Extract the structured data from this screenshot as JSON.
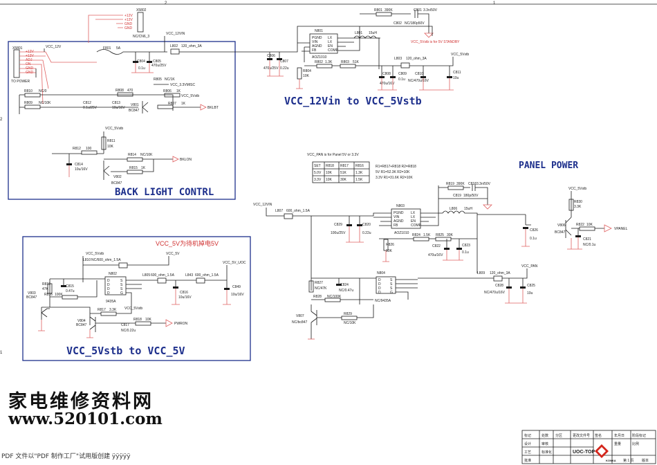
{
  "frame_marks": {
    "top_2": "2",
    "top_1": "1",
    "left_2": "2",
    "left_1": "1"
  },
  "sections": {
    "back_light": "BACK LIGHT CONTRL",
    "vcc12_to_5": "VCC_12Vin to VCC_5Vstb",
    "panel_power": "PANEL POWER",
    "stb_to_5v": "VCC_5Vstb to VCC_5V"
  },
  "notes": {
    "standby": "VCC_5Vstb is for  5V STANDBY",
    "vcc5v_cn": "VCC_5V为待机掉电5V",
    "to_power": "TO POWER",
    "vcc_pan_note": "VCC_PAN is for Panel 5V or 3.3V"
  },
  "connectors": {
    "x5802": {
      "ref": "X5802",
      "value": "NC/CN6_3",
      "pins": [
        "+12V",
        "+12V",
        "GND",
        "GND"
      ]
    },
    "x5801": {
      "ref": "X5801",
      "pins": [
        "+12V",
        "+12V",
        "ADJ",
        "ON",
        "GND",
        "GND"
      ]
    }
  },
  "nets": {
    "vcc_12v": "VCC_12V",
    "vcc_12vin": "VCC_12VIN",
    "vcc_3v3misc": "VCC_3.3VMISC",
    "vcc_5vstb": "VCC_5Vstb",
    "vcc_5v": "VCC_5V",
    "vcc_5v_uoc": "VCC_5V_UOC",
    "vcc_pan": "VCC_PAN",
    "bklbt": "BKLBT",
    "bklon": "BKLON",
    "pwron": "PWRON",
    "vpanel": "VPANEL"
  },
  "components": {
    "f801": "F801",
    "f801v": "5A",
    "l802": "L802",
    "l802v": "120_ohm_3A",
    "c804": "C804",
    "c804v": "0.1u",
    "c805": "C805",
    "c805v": "470u/25V",
    "r810": "R810",
    "r810v": "NC/0",
    "r809": "R809",
    "r809v": "NC/10K",
    "r808": "R808",
    "r808v": "470",
    "r805": "R805",
    "r805v": "NC/1K",
    "r806": "R806",
    "r806v": "1K",
    "r807": "R807",
    "r807v": "1K",
    "c812": "C812",
    "c812v": "0.1u/25V",
    "c813": "C813",
    "c813v": "10u/16V",
    "v801": "V801",
    "v801v": "BC847",
    "r811": "R811",
    "r811v": "10K",
    "r812": "R812",
    "r812v": "100",
    "c814": "C814",
    "c814v": "10u/16V",
    "r814": "R814",
    "r814v": "NC/10K",
    "r815": "R815",
    "r815v": "1K",
    "v802": "V802",
    "v802v": "BC847",
    "n801": "N801",
    "n801v": "AOZ1010",
    "n801_pins": [
      "PGND",
      "VIN",
      "AGND",
      "FB",
      "LX",
      "LX",
      "EN",
      "COMP"
    ],
    "r801": "R801",
    "r801v": "390K",
    "c801": "C801",
    "c801v": "3.3n/50V",
    "c802": "C802",
    "c802v": "NC/180p50V",
    "l801": "L801",
    "l801v": "15uH",
    "c806": "C806",
    "c806v": "470u/25V",
    "c807": "C807",
    "c807v": "0.22u",
    "r802": "R802",
    "r802v": "1.3K",
    "r803": "R803",
    "r803v": "51K",
    "r804": "R804",
    "r804v": "10K",
    "c808": "C808",
    "c808v": "470u/16V",
    "c809": "C809",
    "c809v": "0.1u",
    "l803": "L803",
    "l803v": "120_ohm_3A",
    "c810": "C810",
    "c810v": "NC/470u/16V",
    "c811": "C811",
    "c811v": "10u",
    "n802": "N802",
    "n802v": "9435A",
    "l810": "L810",
    "l810v": "NC/600_ohm_1.5A",
    "l805": "L805",
    "l805v": "600_ohm_1.5A",
    "l843": "L843",
    "l843v": "600_ohm_1.5A",
    "r813": "R813",
    "r813v": "47K",
    "c815": "C815",
    "c815v": "0.47u",
    "r816": "R816",
    "r816v": "100K",
    "c816": "C816",
    "c816v": "10u/16V",
    "c849": "C849",
    "c849v": "10u/16V",
    "v803": "V803",
    "v803v": "BC847",
    "v804": "V804",
    "v804v": "BC847",
    "r817": "R817",
    "r817v": "3.3K",
    "c817": "C817",
    "c817v": "NC/0.22u",
    "r818": "R818",
    "r818v": "10K",
    "l807": "L807",
    "l807v": "600_ohm_1.5A",
    "c829": "C829",
    "c829v": "100u/25V",
    "c820": "C820",
    "c820v": "0.22u",
    "n803": "N803",
    "n803v": "AOZ1010",
    "r819": "R819",
    "r819v": "390K",
    "c818": "C818",
    "c818v": "3.3n/50V",
    "c819": "C819",
    "c819v": "180p/50V",
    "l806": "L806",
    "l806v": "15uH",
    "r824": "R824",
    "r824v": "1.5K",
    "r825": "R825",
    "r825v": "30K",
    "r826": "R826",
    "r826v": "10K",
    "c822": "C822",
    "c822v": "470u/16V",
    "c823": "C823",
    "c823v": "0.1u",
    "r830": "R830",
    "r830v": "3.3K",
    "v806": "V806",
    "v806v": "BC847",
    "r822": "R822",
    "r822v": "10K",
    "c821": "C821",
    "c821v": "NC/0.1u",
    "c826": "C826",
    "c826v": "0.1u",
    "n804": "N804",
    "n804v": "NC/9435A",
    "r827": "R827",
    "r827v": "NC/47K",
    "c824": "C824",
    "c824v": "NC/0.47u",
    "r828": "R828",
    "r828v": "NC/100K",
    "v807": "V807",
    "v807v": "NC/bc847",
    "r829": "R829",
    "r829v": "NC/10K",
    "l809": "L809",
    "l809v": "120_ohm_3A",
    "c828": "C828",
    "c828v": "NC/470u/16V",
    "c825": "C825",
    "c825v": "10u"
  },
  "table": {
    "header": [
      "SET",
      "R818",
      "R817",
      "R816"
    ],
    "rows": [
      [
        "5.0V",
        "10K",
        "51K",
        "1.3K"
      ],
      [
        "3.3V",
        "10K",
        "30K",
        "1.5K"
      ]
    ],
    "formulas": [
      "R1=R817+R818   R2=R818",
      "5V  R1=52.3K    R2=10K",
      "3.3V  R1=31.6K    R2=10K"
    ]
  },
  "watermark": {
    "line1": "家电维修资料网",
    "line2": "www.520101.com"
  },
  "footer": {
    "pdf_note": "PDF 文件以\"PDF 制作工厂\"试用版创建  ÿÿÿÿÿ"
  },
  "title_block": {
    "sheet_name": "UOC-TOP",
    "brand": "KONKA",
    "cells": [
      "标记",
      "处数",
      "分区",
      "更改文件号",
      "签名",
      "年月日",
      "阶段标记",
      "重量",
      "比例",
      "设计",
      "审核",
      "工艺",
      "标准化",
      "批准",
      "共",
      "页",
      "第 1 页",
      "版本"
    ]
  },
  "colors": {
    "box": "#1d2f8c",
    "red_text": "#d03030",
    "pink_wire": "#e06060"
  }
}
